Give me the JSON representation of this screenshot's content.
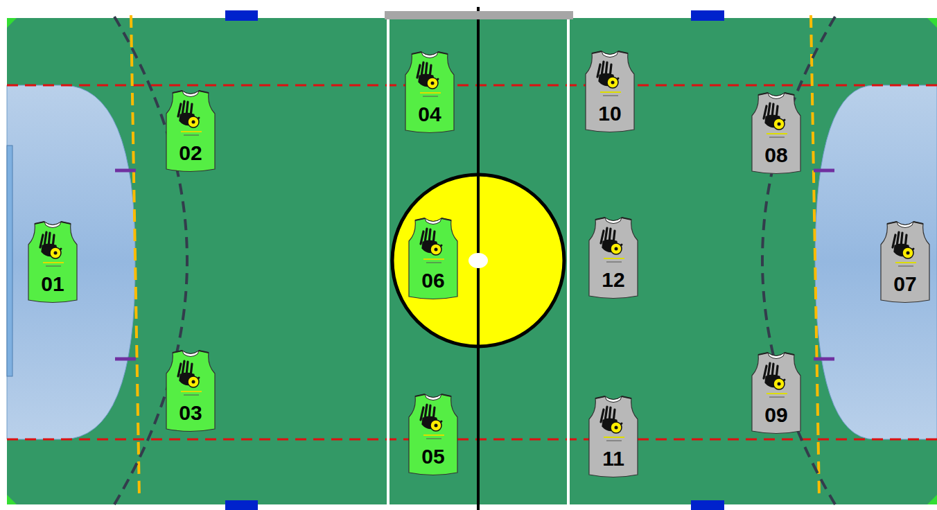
{
  "diagram": {
    "nodes": [
      {
        "text": [
          "01"
        ]
      },
      {
        "text": [
          "02"
        ]
      },
      {
        "text": [
          "03"
        ]
      },
      {
        "text": [
          "04"
        ]
      },
      {
        "text": [
          "05"
        ]
      },
      {
        "text": [
          "06"
        ]
      },
      {
        "text": [
          "07"
        ]
      },
      {
        "text": [
          "08"
        ]
      },
      {
        "text": [
          "09"
        ]
      },
      {
        "text": [
          "10"
        ]
      },
      {
        "text": [
          "11"
        ]
      },
      {
        "text": [
          "12"
        ]
      }
    ]
  }
}
